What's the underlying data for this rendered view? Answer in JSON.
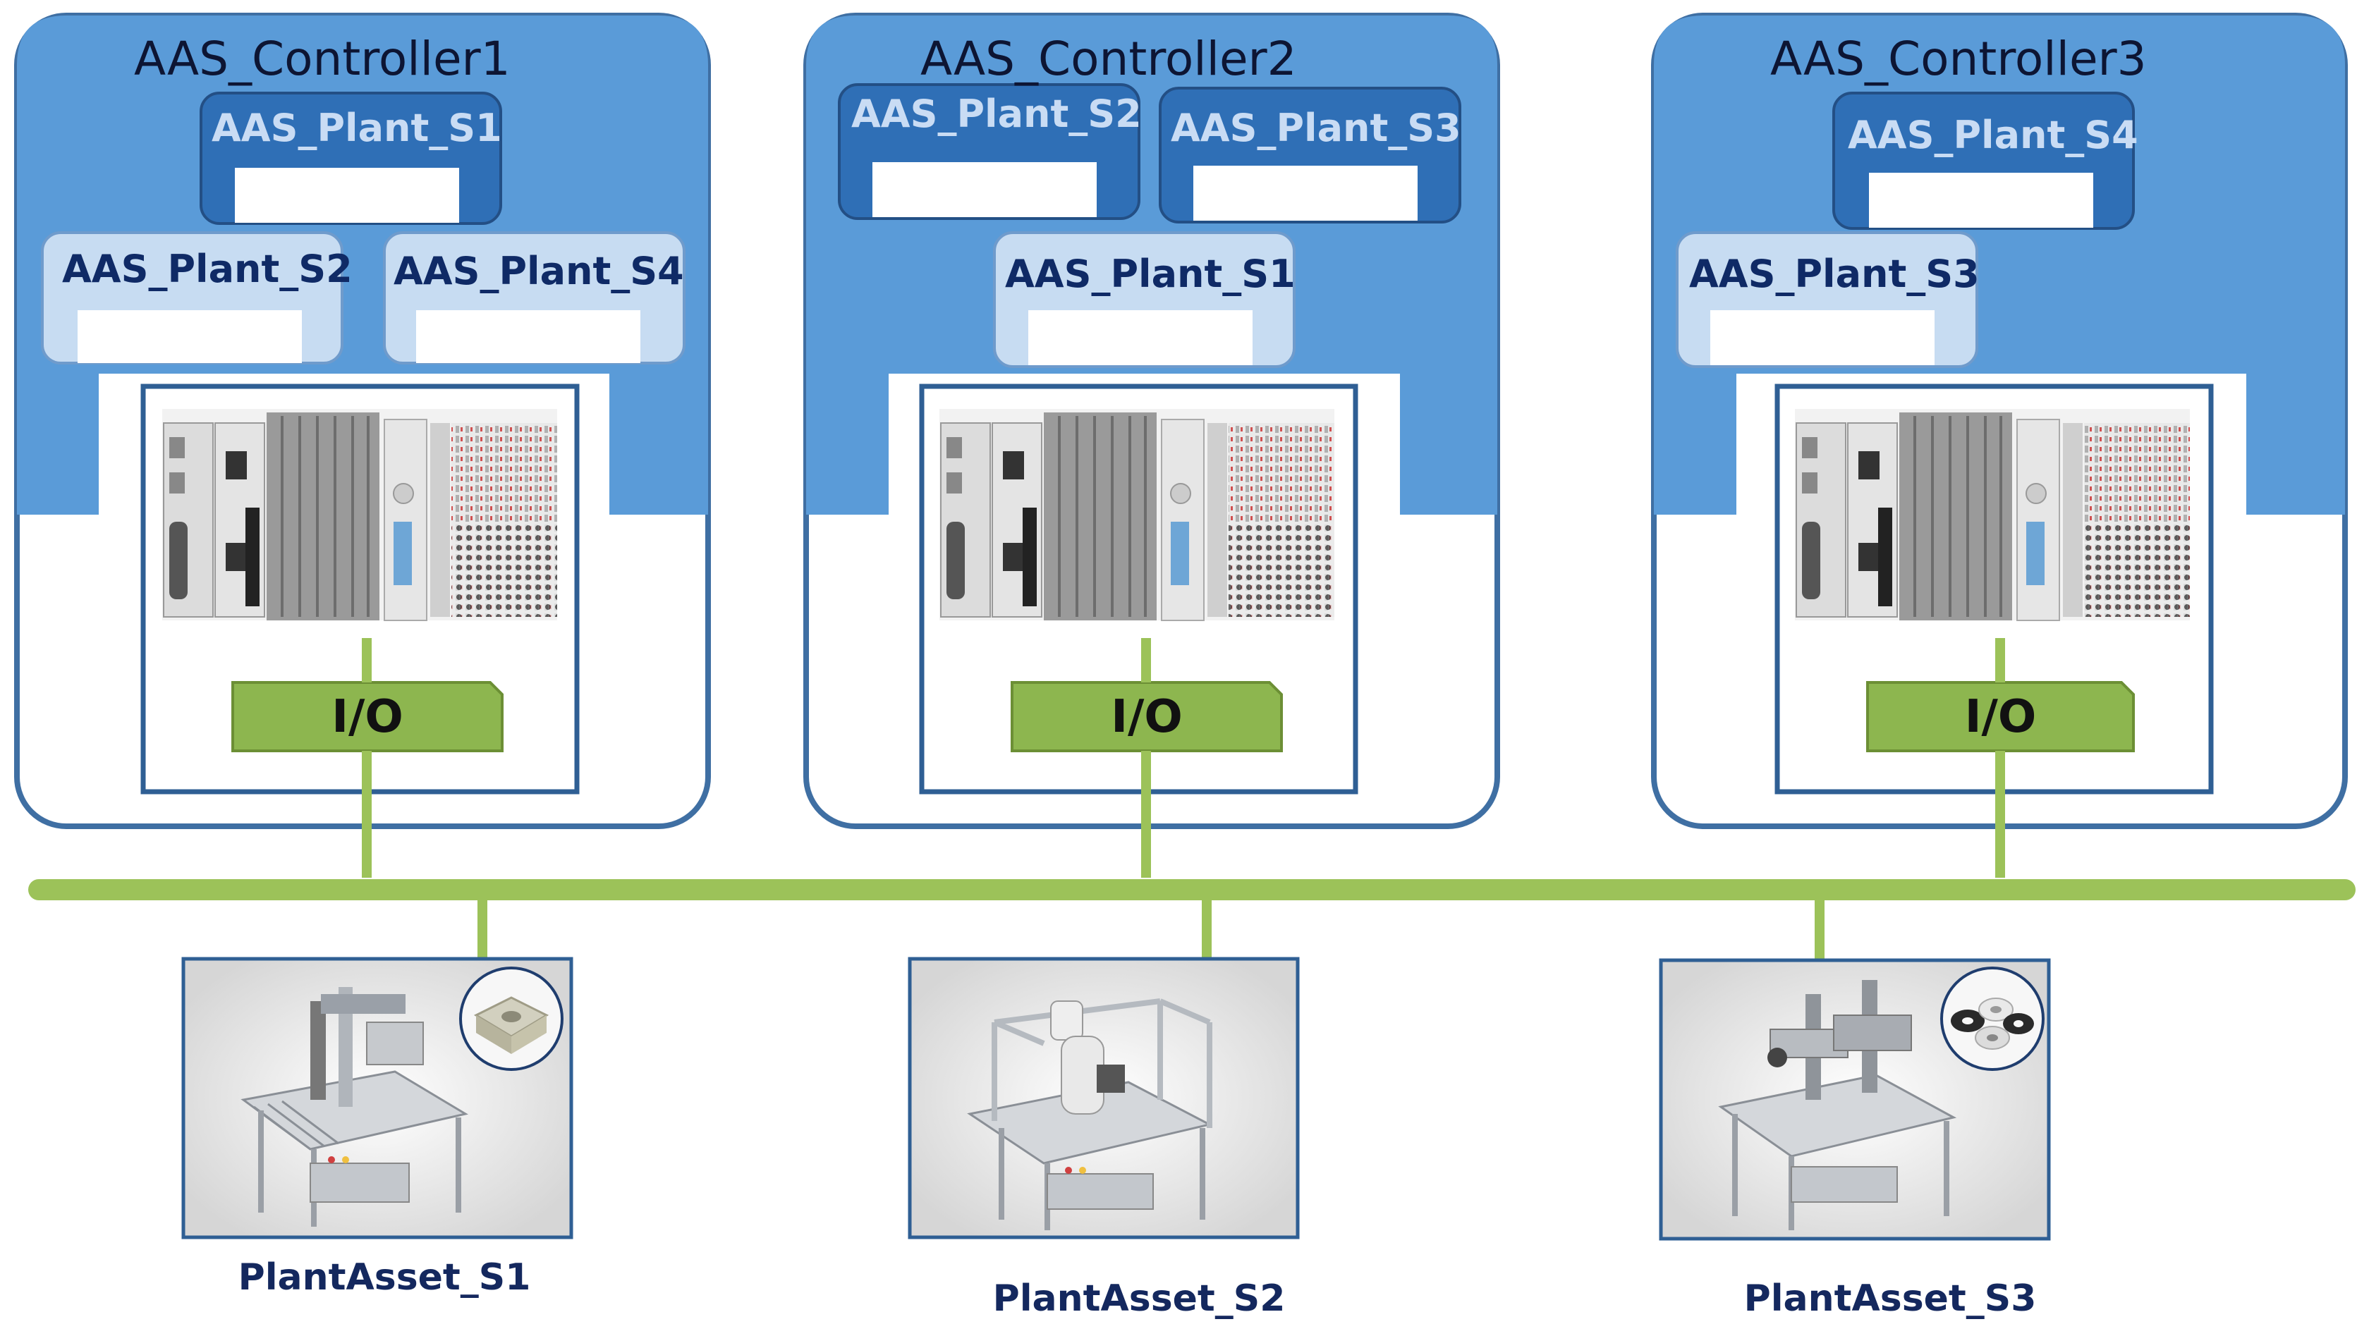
{
  "controllers": [
    {
      "title": "AAS_Controller1",
      "io_label": "I/O",
      "submodels": [
        {
          "label": "AAS_Plant_S1",
          "style": "dark"
        },
        {
          "label": "AAS_Plant_S2",
          "style": "light"
        },
        {
          "label": "AAS_Plant_S4",
          "style": "light"
        }
      ]
    },
    {
      "title": "AAS_Controller2",
      "io_label": "I/O",
      "submodels": [
        {
          "label": "AAS_Plant_S2",
          "style": "dark"
        },
        {
          "label": "AAS_Plant_S3",
          "style": "dark"
        },
        {
          "label": "AAS_Plant_S1",
          "style": "light"
        }
      ]
    },
    {
      "title": "AAS_Controller3",
      "io_label": "I/O",
      "submodels": [
        {
          "label": "AAS_Plant_S4",
          "style": "dark"
        },
        {
          "label": "AAS_Plant_S3",
          "style": "light"
        }
      ]
    }
  ],
  "assets": [
    {
      "label": "PlantAsset_S1",
      "workpiece": "square-block-icon"
    },
    {
      "label": "PlantAsset_S2",
      "workpiece": ""
    },
    {
      "label": "PlantAsset_S3",
      "workpiece": "rings-icon"
    }
  ],
  "colors": {
    "controller_fill": "#5a9bd8",
    "controller_border": "#3f6fa3",
    "submodel_dark": "#2f6fb6",
    "submodel_light": "#c7dcf2",
    "bus_green": "#9cc259",
    "io_fill": "#8db64f",
    "frame_blue": "#2f5f94"
  }
}
